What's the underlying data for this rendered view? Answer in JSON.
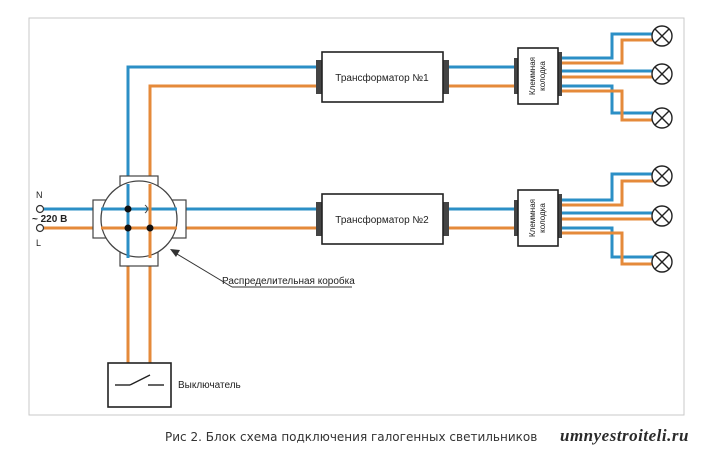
{
  "colors": {
    "neutral": "#2b8fc6",
    "phase": "#e58a3a",
    "frame": "#c9c9c9"
  },
  "labels": {
    "n": "N",
    "voltage": "~ 220 В",
    "l": "L",
    "transformer1": "Трансформатор №1",
    "transformer2": "Трансформатор №2",
    "terminal_block": [
      "Клеммная",
      "колодка"
    ],
    "junction_box": "Распределительная коробка",
    "switch": "Выключатель"
  },
  "caption": "Рис 2. Блок схема подключения галогенных светильников",
  "watermark": "umnyestroiteli.ru"
}
